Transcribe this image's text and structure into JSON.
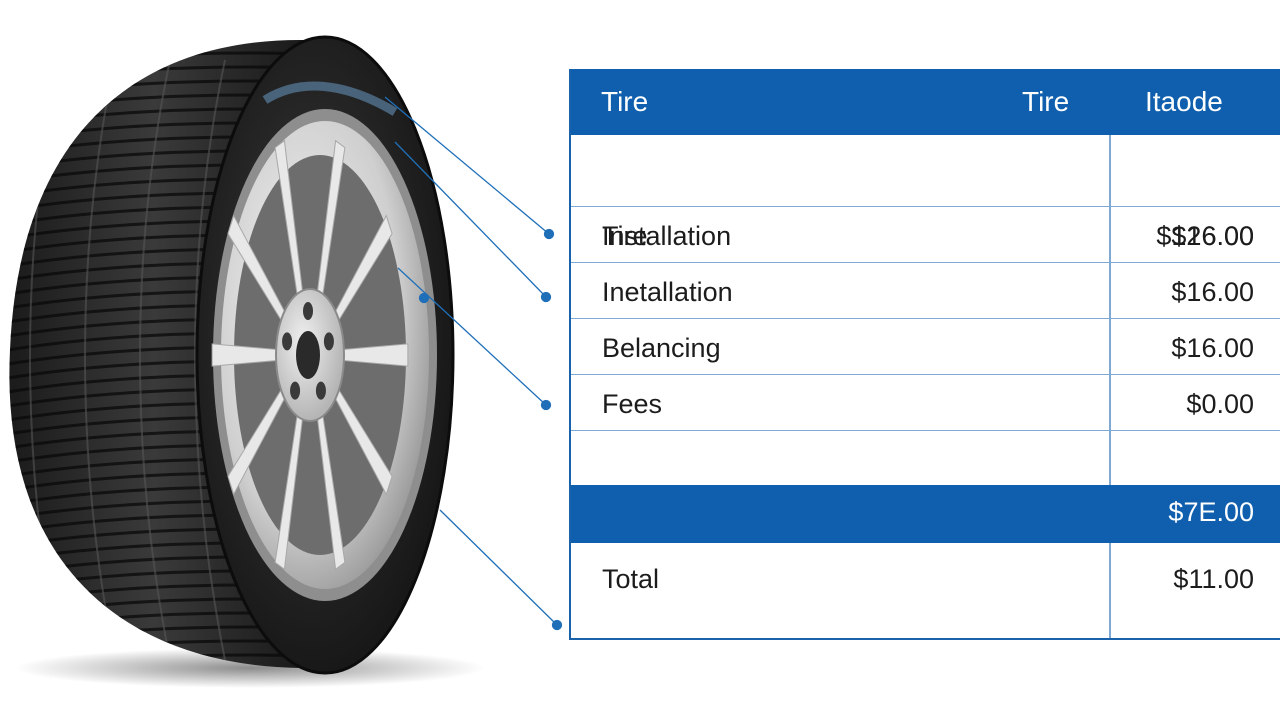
{
  "table": {
    "headers": [
      "Tire",
      "Tire",
      "Itaode"
    ],
    "rows": [
      {
        "label": "Tire",
        "amount": "$126.00"
      },
      {
        "label": "Installation",
        "amount": "$16.00"
      },
      {
        "label": "Inetallation",
        "amount": "$16.00"
      },
      {
        "label": "Belancing",
        "amount": "$16.00"
      },
      {
        "label": "Fees",
        "amount": "$0.00"
      },
      {
        "label": "",
        "amount": ""
      }
    ],
    "subtotal_amount": "$7E.00",
    "total_label": "Total",
    "total_amount": "$11.00"
  },
  "colors": {
    "header_blue": "#0f5fae",
    "line_blue": "#7fa9d3",
    "callout_blue": "#1f6fb8"
  },
  "illustration": {
    "tire_icon": "tire-wheel-icon",
    "callout_count": 5
  }
}
